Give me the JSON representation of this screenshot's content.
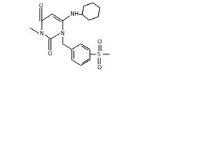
{
  "structure": {
    "atom_labels": {
      "o_top": "O",
      "nh": "NH",
      "n3": "N",
      "n1": "N",
      "o_c2": "O",
      "s": "S",
      "o_s_upper": "O",
      "o_s_lower": "O"
    },
    "colors": {
      "bond": "#000000",
      "label": "#000000",
      "background": "#ffffff"
    }
  }
}
